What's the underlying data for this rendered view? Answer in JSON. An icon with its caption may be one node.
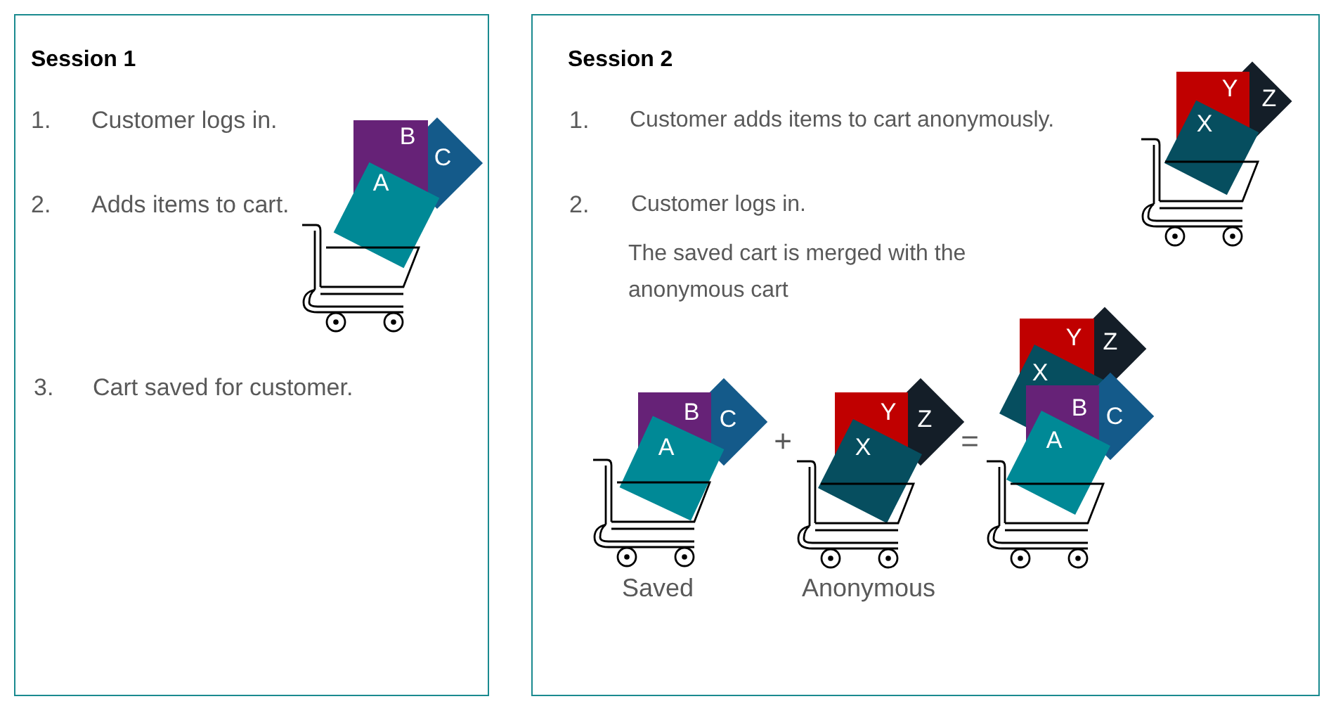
{
  "diagram": {
    "nodes": [
      {
        "text": [
          "Session 1",
          "1.",
          "Customer logs in.",
          "2.",
          "Adds items to cart.",
          "3.",
          "Cart saved for customer."
        ]
      },
      {
        "text": [
          "Session 2",
          "1.",
          "Customer adds items to cart anonymously.",
          "2.",
          "Customer logs in.",
          "The saved cart is merged with the anonymous cart"
        ]
      }
    ],
    "labels": [
      "B",
      "C",
      "A",
      "Y",
      "Z",
      "X",
      "B",
      "C",
      "A",
      "+",
      "Y",
      "Z",
      "X",
      "=",
      "Y",
      "Z",
      "X",
      "B",
      "C",
      "A",
      "Saved",
      "Anonymous"
    ]
  }
}
